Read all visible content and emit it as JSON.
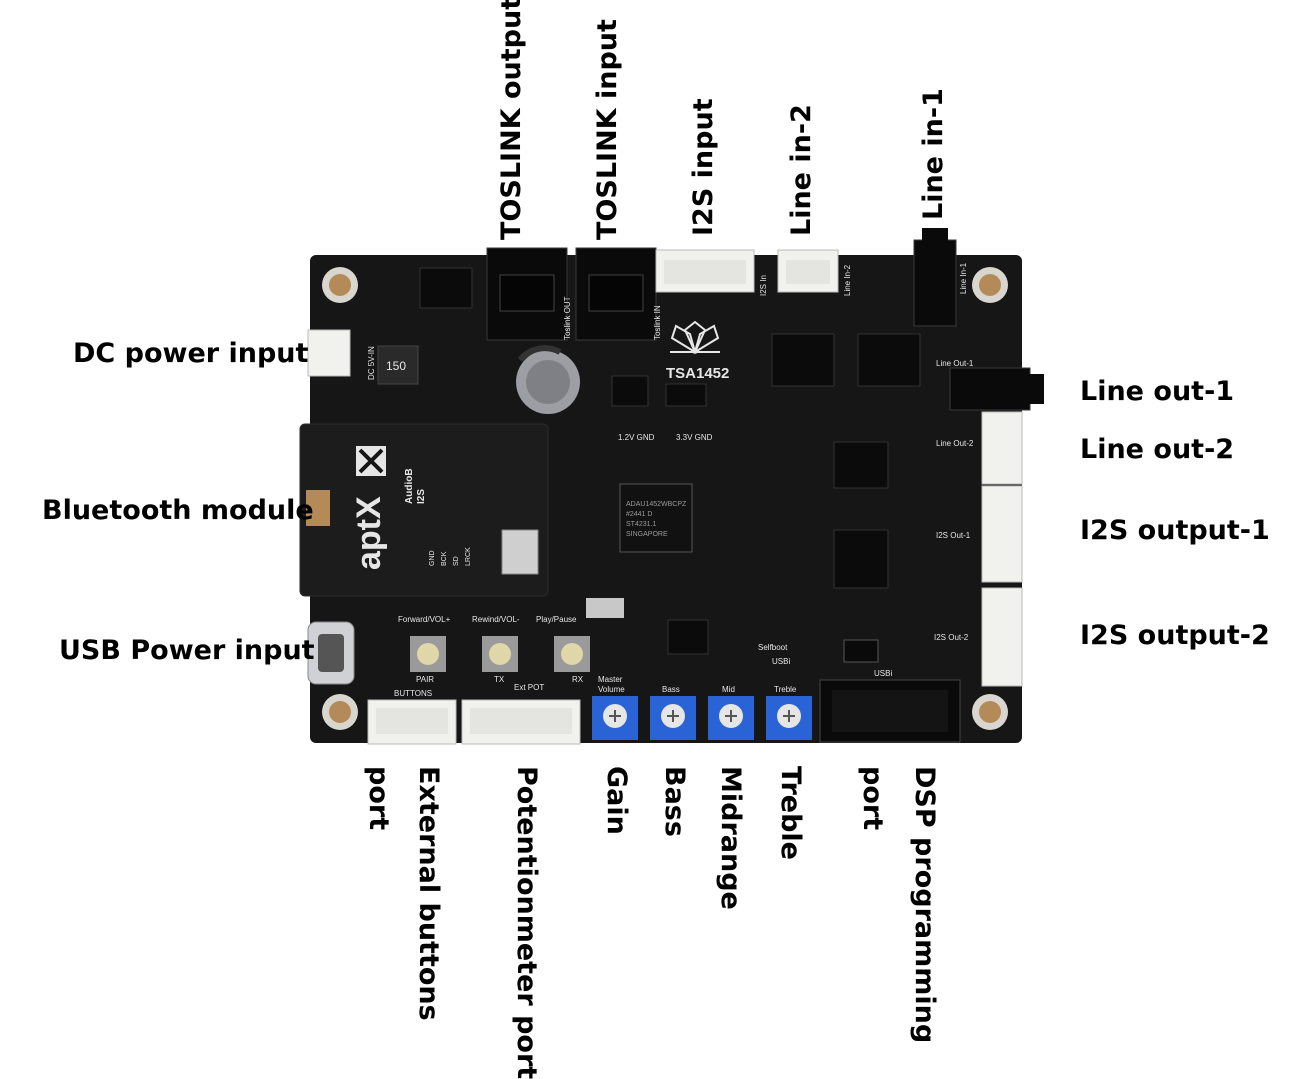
{
  "labels": {
    "toslink_output": "TOSLINK output",
    "toslink_input": "TOSLINK input",
    "i2s_input": "I2S input",
    "line_in_2": "Line in-2",
    "line_in_1": "Line in-1",
    "dc_power_input": "DC power input",
    "bluetooth_module": "Bluetooth module",
    "usb_power_input": "USB Power input",
    "line_out_1": "Line out-1",
    "line_out_2": "Line out-2",
    "i2s_output_1": "I2S output-1",
    "i2s_output_2": "I2S output-2",
    "port_left": "port",
    "external_buttons": "External buttons",
    "potentiometer_port": "Potentionmeter port",
    "gain": "Gain",
    "bass": "Bass",
    "midrange": "Midrange",
    "treble": "Treble",
    "port_dsp": "port",
    "dsp_programming": "DSP programming"
  },
  "silkscreen": {
    "board_name": "TSA1452",
    "toslink_out": "Toslink OUT",
    "toslink_in": "Toslink IN",
    "i2s_in": "I2S In",
    "line_in_2": "Line In-2",
    "line_in_1": "Line In-1",
    "line_out_1": "Line Out-1",
    "line_out_2": "Line Out-2",
    "i2s_out_1": "I2S Out-1",
    "i2s_out_2": "I2S Out-2",
    "dc_in": "DC 5V-IN",
    "v12_gnd": "1.2V GND",
    "v33_gnd": "3.3V GND",
    "forward": "Forward/VOL+",
    "rewind": "Rewind/VOL-",
    "play_pause": "Play/Pause",
    "pair": "PAIR",
    "tx": "TX",
    "rx": "RX",
    "buttons": "BUTTONS",
    "ext_pot": "Ext POT",
    "master_volume_1": "Master",
    "master_volume_2": "Volume",
    "bass": "Bass",
    "mid": "Mid",
    "treble": "Treble",
    "usbi": "USBi",
    "selfboot": "Selfboot",
    "usbi_jumper": "USBi",
    "inductor": "150",
    "aptx": "aptX",
    "module_name_1": "AudioB",
    "module_name_2": "I2S",
    "module_pins": [
      "GND",
      "BCK",
      "SD",
      "LRCK"
    ],
    "dsp_chip_lines": [
      "ADAU1452WBCPZ",
      "#2441 D",
      "ST4231.1",
      "SINGAPORE"
    ]
  },
  "colors": {
    "board": "#161616",
    "connector": "#f1f1ee",
    "pot_blue": "#2a63d6",
    "silk": "#e6e6e6",
    "brass": "#b48a58"
  }
}
